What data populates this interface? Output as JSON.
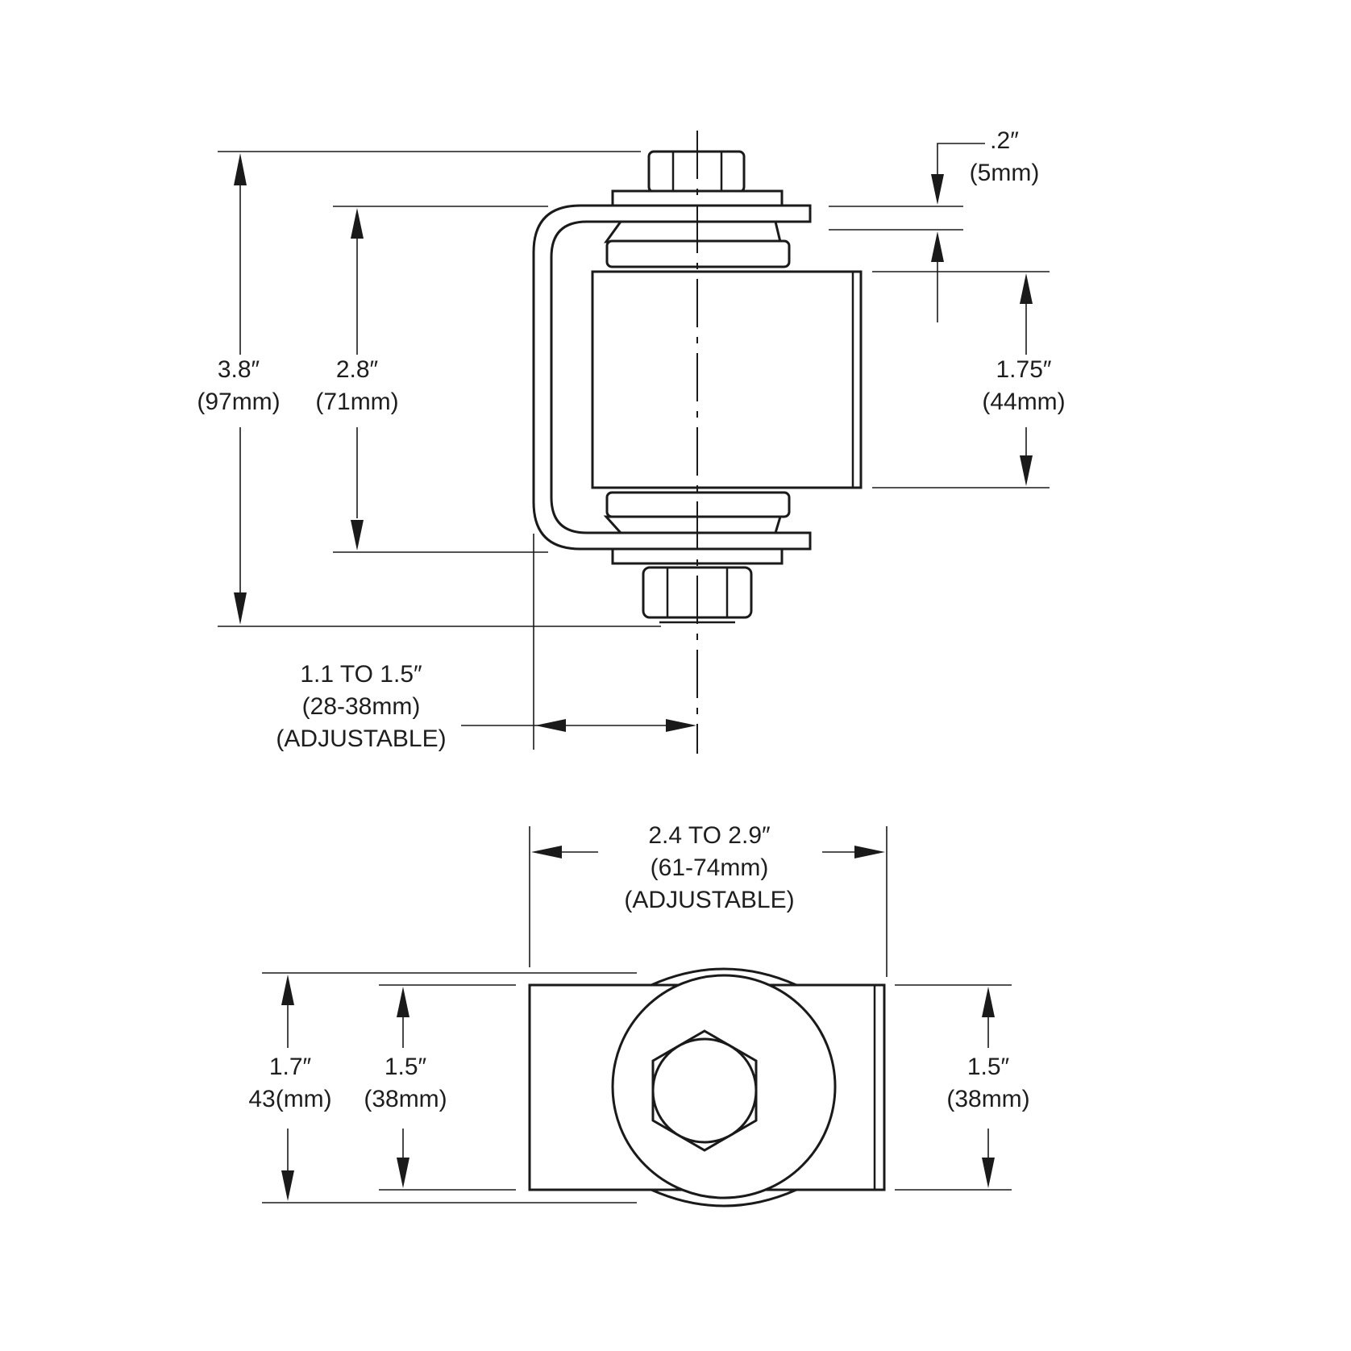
{
  "colors": {
    "line": "#1a1a1a",
    "text": "#1e1e1e",
    "background": "#ffffff"
  },
  "side_view": {
    "overall_height": {
      "inch": "3.8″",
      "mm": "(97mm)"
    },
    "bracket_height": {
      "inch": "2.8″",
      "mm": "(71mm)"
    },
    "washer_gap": {
      "inch": ".2″",
      "mm": "(5mm)"
    },
    "barrel_height": {
      "inch": "1.75″",
      "mm": "(44mm)"
    },
    "offset": {
      "inch": "1.1 TO 1.5″",
      "mm": "(28-38mm)",
      "note": "(ADJUSTABLE)"
    }
  },
  "top_view": {
    "length": {
      "inch": "2.4 TO 2.9″",
      "mm": "(61-74mm)",
      "note": "(ADJUSTABLE)"
    },
    "overall_width": {
      "inch": "1.7″",
      "mm": "43(mm)"
    },
    "plate_width": {
      "inch": "1.5″",
      "mm": "(38mm)"
    },
    "barrel_width": {
      "inch": "1.5″",
      "mm": "(38mm)"
    }
  }
}
